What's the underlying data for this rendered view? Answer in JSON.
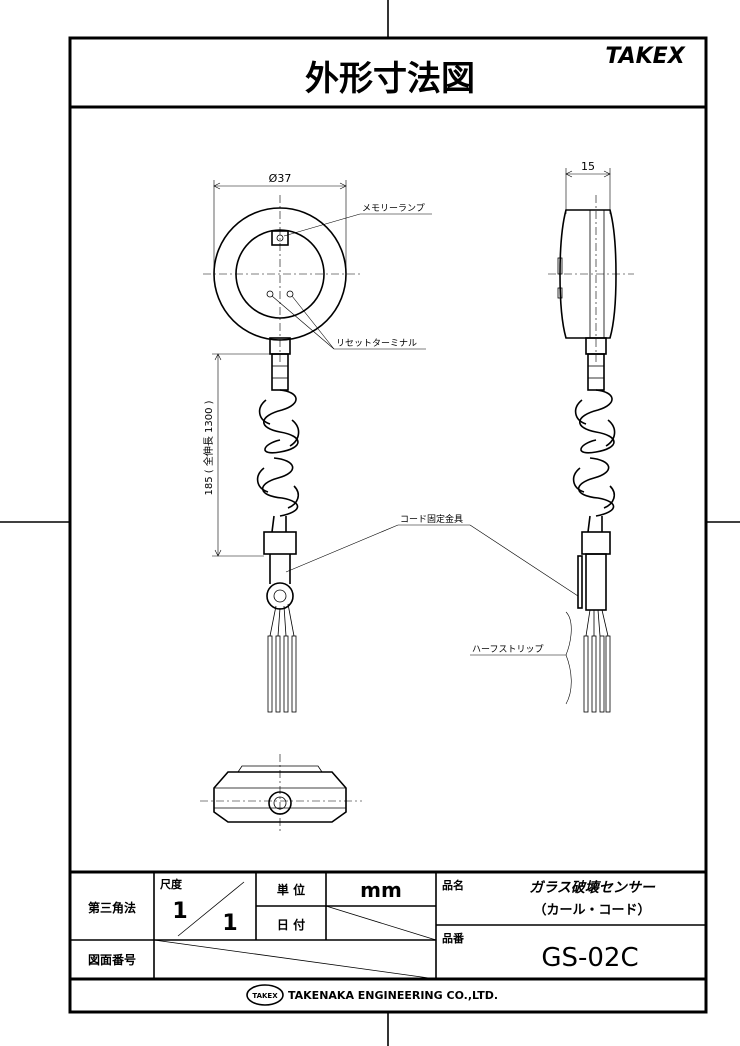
{
  "header": {
    "title": "外形寸法図",
    "brand": "TAKEX"
  },
  "drawing": {
    "labels": {
      "diameter": "Ø37",
      "thickness": "15",
      "memory_lamp": "メモリーランプ",
      "reset_terminal": "リセットターミナル",
      "cord_length": "185 ( 全伸長 1300 )",
      "cord_fixing": "コード固定金具",
      "half_strip": "ハーフストリップ"
    }
  },
  "title_block": {
    "projection": "第三角法",
    "scale_label": "尺度",
    "scale_num": "1",
    "scale_den": "1",
    "unit_label": "単 位",
    "unit_value": "mm",
    "date_label": "日 付",
    "name_label": "品名",
    "product_name_1": "ガラス破壊センサー",
    "product_name_2": "（カール・コード）",
    "drawing_no_label": "図面番号",
    "part_no_label": "品番",
    "part_no": "GS-02C",
    "company_badge": "TAKEX",
    "company": "TAKENAKA ENGINEERING CO.,LTD."
  },
  "colors": {
    "ink": "#000000",
    "paper": "#ffffff"
  }
}
